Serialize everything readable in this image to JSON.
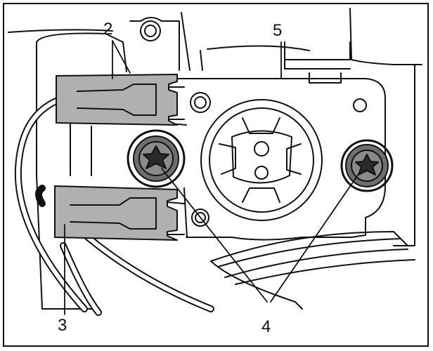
{
  "callouts": {
    "c2": "2",
    "c3": "3",
    "c4": "4",
    "c5": "5"
  },
  "icons": [
    "torx-screw-icon",
    "torx-screw-icon",
    "connector-plug-icon",
    "connector-plug-icon",
    "motor-gear-icon"
  ],
  "colors": {
    "connector_fill": "#b0b0b0",
    "screw_fill": "#6e6e6e",
    "line": "#111111",
    "background": "#ffffff"
  }
}
